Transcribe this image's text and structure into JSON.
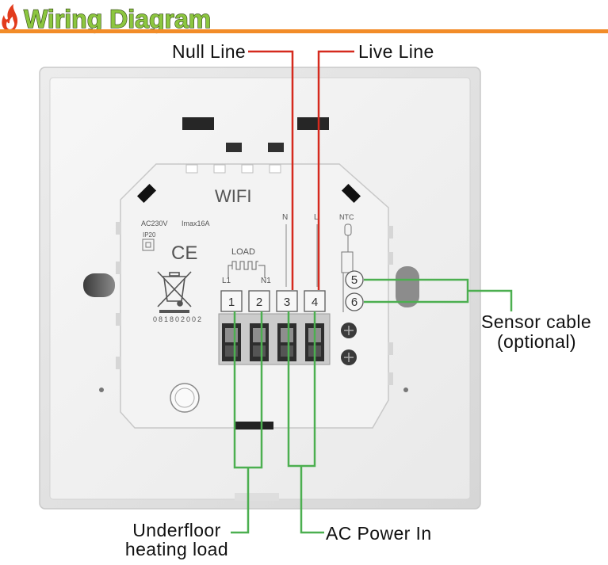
{
  "title": "Wiring Diagram",
  "labels": {
    "null_line": "Null Line",
    "live_line": "Live Line",
    "sensor_cable_line1": "Sensor cable",
    "sensor_cable_line2": "(optional)",
    "underfloor_line1": "Underfloor",
    "underfloor_line2": "heating load",
    "ac_power_in": "AC Power In"
  },
  "device": {
    "wifi": "WIFI",
    "rating_voltage": "AC230V",
    "rating_current": "Imax16A",
    "ip_rating": "IP20",
    "ce_mark": "CE",
    "serial": "081802002",
    "load": "LOAD",
    "l1": "L1",
    "n1": "N1",
    "n": "N",
    "l": "L",
    "ntc": "NTC",
    "terminals": [
      "1",
      "2",
      "3",
      "4",
      "5",
      "6"
    ]
  },
  "icons": [
    "flame-icon",
    "weee-bin-icon",
    "ntc-sensor-icon"
  ],
  "colors": {
    "title": "#8cc63f",
    "accent_line": "#f28c28",
    "wire_red": "#d52a1e",
    "wire_green": "#4caf50"
  }
}
